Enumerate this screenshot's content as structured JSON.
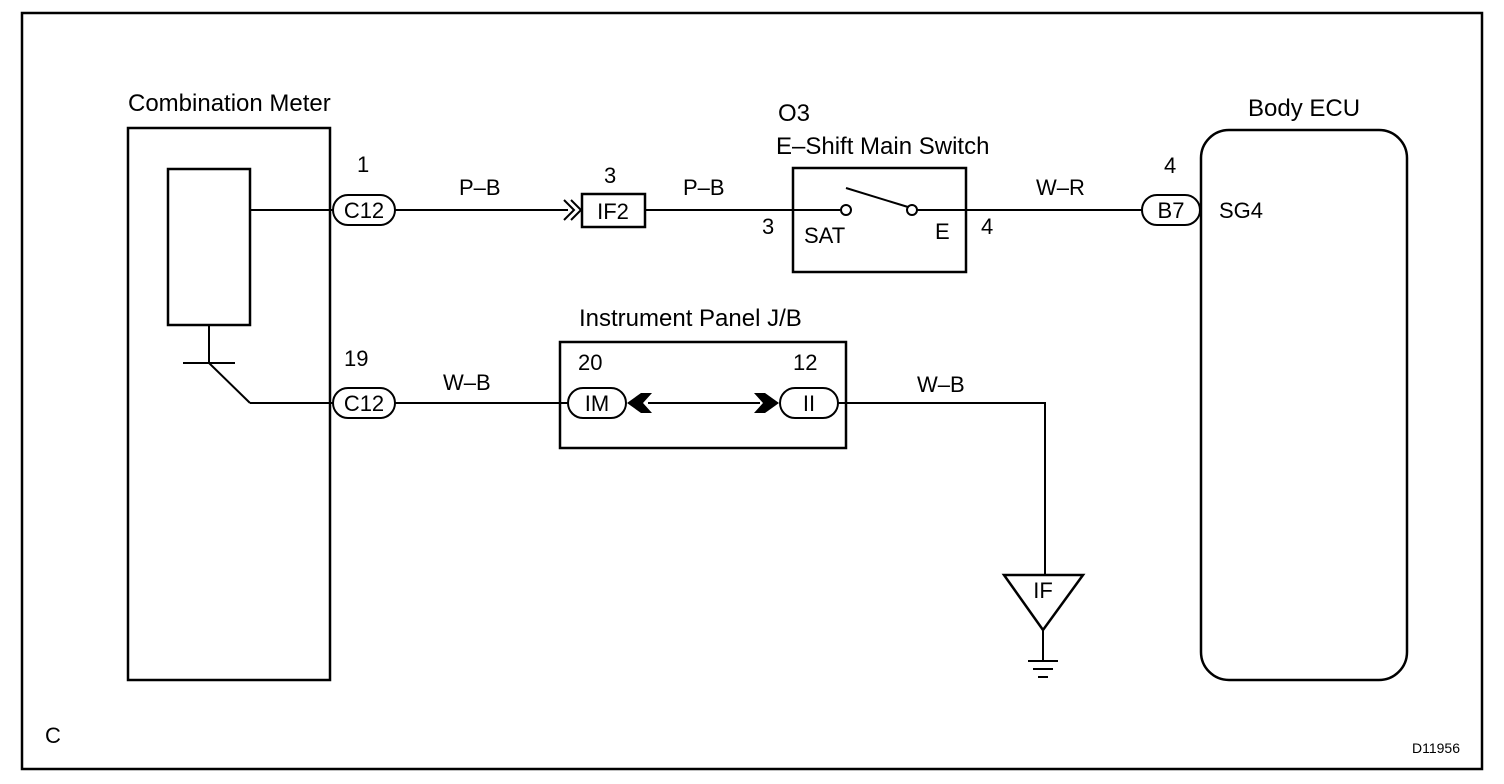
{
  "corner_letter": "C",
  "figure_code": "D11956",
  "combination_meter": {
    "title": "Combination Meter",
    "pin_top": "1",
    "pin_bottom": "19",
    "connector_top": "C12",
    "connector_bottom": "C12"
  },
  "junction_if2": {
    "pin": "3",
    "connector": "IF2"
  },
  "wires": {
    "top_left": "P–B",
    "top_mid": "P–B",
    "top_right": "W–R",
    "bottom_left": "W–B",
    "bottom_right": "W–B"
  },
  "switch": {
    "code": "O3",
    "title": "E–Shift Main Switch",
    "pin_left": "3",
    "pin_right": "4",
    "terminal_left": "SAT",
    "terminal_right": "E"
  },
  "body_ecu": {
    "title": "Body ECU",
    "pin": "4",
    "connector": "B7",
    "terminal": "SG4"
  },
  "instrument_panel_jb": {
    "title": "Instrument Panel J/B",
    "pin_left": "20",
    "pin_right": "12",
    "connector_left": "IM",
    "connector_right": "II"
  },
  "ground_point": "IF"
}
